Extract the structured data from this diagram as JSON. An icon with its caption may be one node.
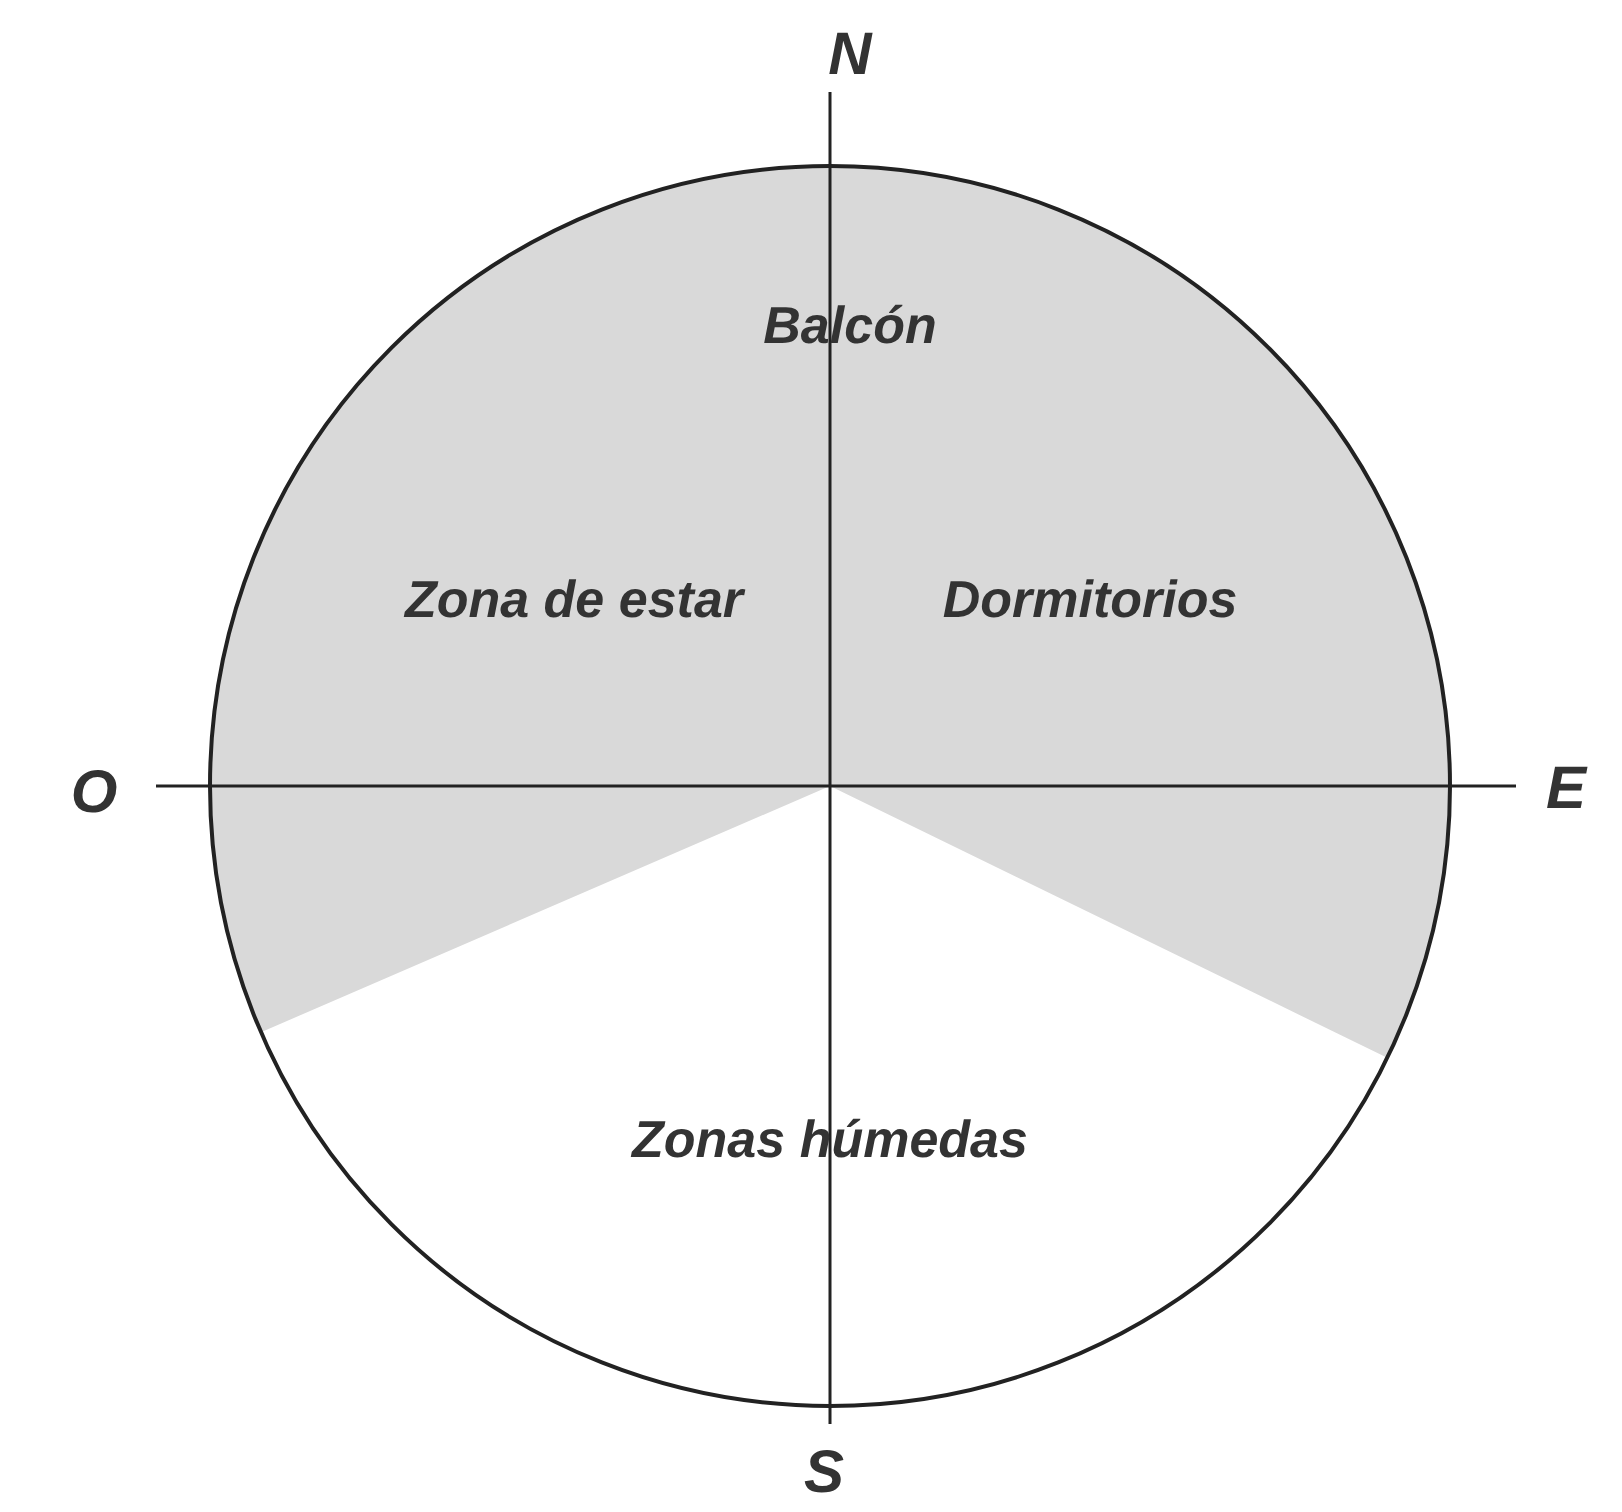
{
  "diagram": {
    "labels": [
      "N",
      "Balcón",
      "Zona de estar",
      "Dormitorios",
      "O",
      "E",
      "Zonas húmedas",
      "S"
    ]
  }
}
